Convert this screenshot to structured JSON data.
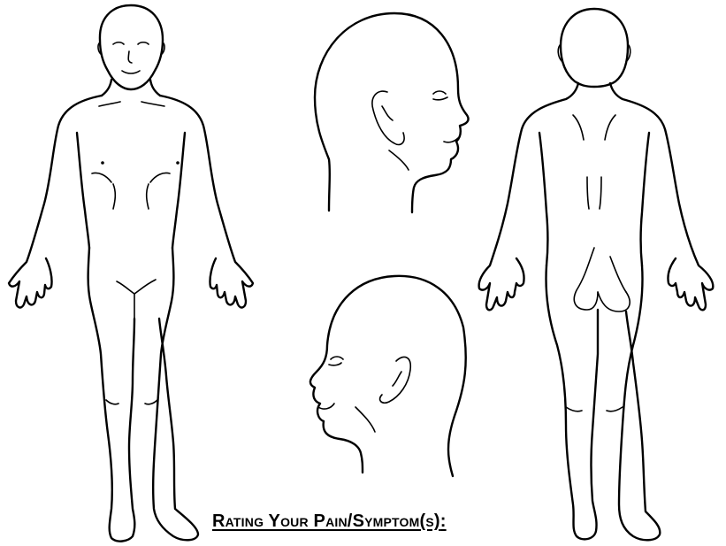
{
  "heading": {
    "text": "Rating Your Pain/Symptom(s)",
    "suffix": ":"
  },
  "figures": {
    "front_body": "front-body-outline",
    "head_right": "head-profile-right",
    "head_left": "head-profile-left",
    "back_body": "back-body-outline"
  },
  "colors": {
    "line": "#000000",
    "background": "#ffffff"
  }
}
